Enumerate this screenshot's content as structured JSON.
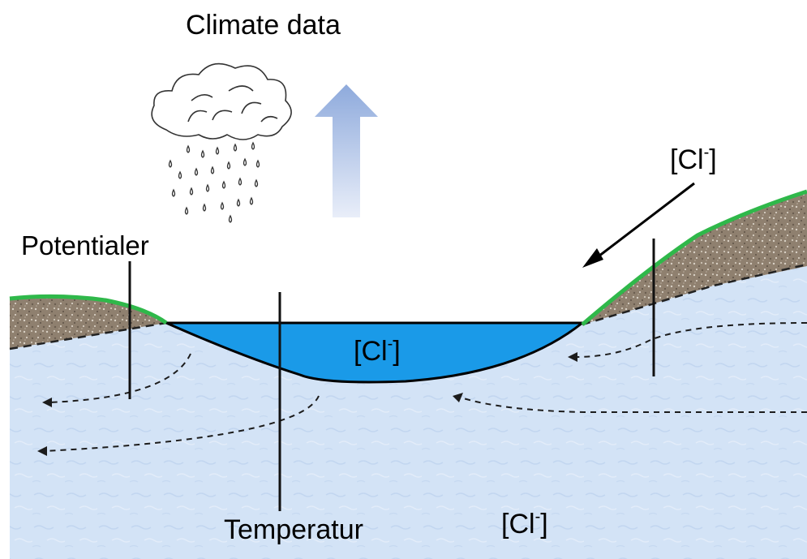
{
  "labels": {
    "climate": "Climate data",
    "potential": "Potentialer",
    "temperature": "Temperatur",
    "chloride_top": {
      "base": "[Cl",
      "charge": "-",
      "close": "]"
    },
    "chloride_lake": {
      "base": "[Cl",
      "charge": "-",
      "close": "]"
    },
    "chloride_ground": {
      "base": "[Cl",
      "charge": "-",
      "close": "]"
    }
  },
  "icons": {
    "cloud": "rain-cloud-icon",
    "evaporation": "up-arrow-icon",
    "inflow": "diagonal-arrow-icon"
  },
  "colors": {
    "groundwater": "#d3e3f6",
    "lake": "#1a9ae8",
    "soil": "#8e7e6c",
    "vegetation": "#2fb84a",
    "evaporation_arrow": "#9db7df"
  }
}
